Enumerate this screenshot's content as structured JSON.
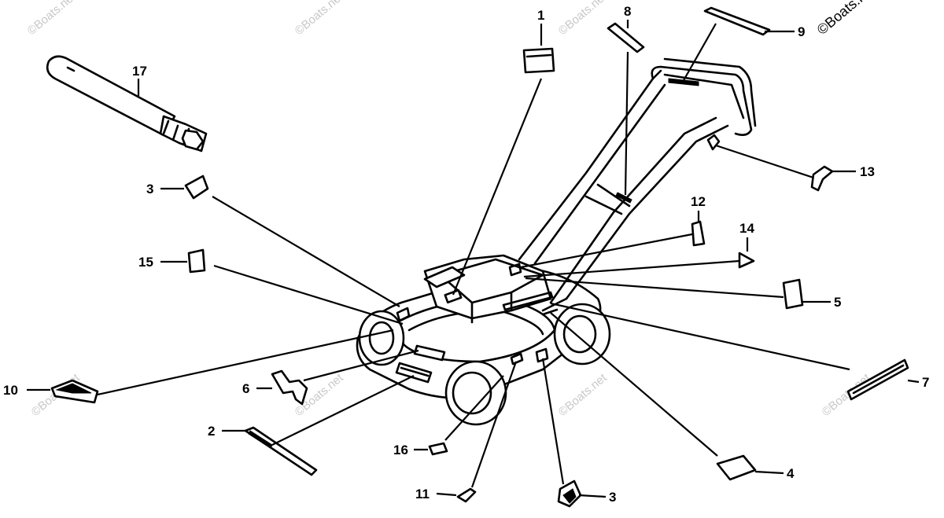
{
  "watermark": "©Boats.net",
  "callouts": {
    "c1": "1",
    "c2": "2",
    "c3a": "3",
    "c3b": "3",
    "c4": "4",
    "c5": "5",
    "c6": "6",
    "c7": "7",
    "c8": "8",
    "c9": "9",
    "c10": "10",
    "c11": "11",
    "c12": "12",
    "c13": "13",
    "c14": "14",
    "c15": "15",
    "c16": "16",
    "c17": "17"
  }
}
